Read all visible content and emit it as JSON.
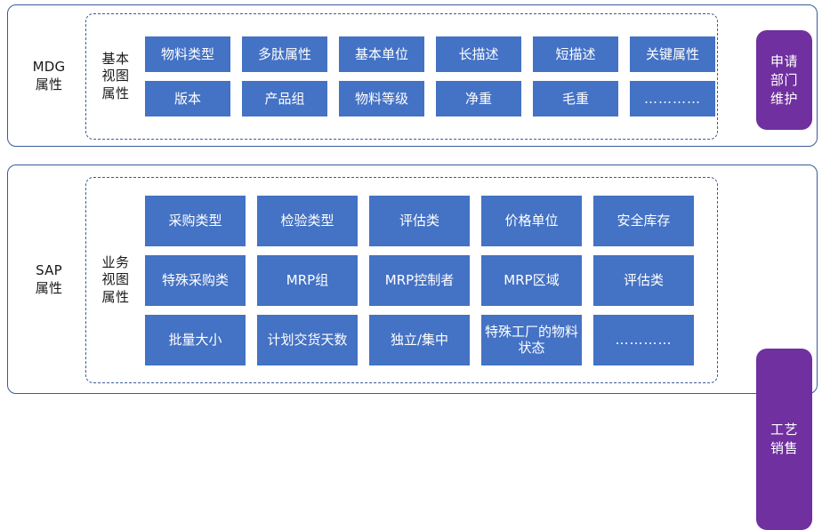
{
  "colors": {
    "chip_blue": "#4472C4",
    "purple": "#7030A0",
    "border_blue": "#3A5A9B",
    "text_dark": "#191919",
    "chip_text": "#FFFFFF"
  },
  "sections": [
    {
      "id": "mdg",
      "outer_label_lines": [
        "MDG",
        "属性"
      ],
      "group_label_lines": [
        "基本",
        "视图",
        "属性"
      ],
      "chip_rows": [
        [
          "物料类型",
          "多肽属性",
          "基本单位",
          "长描述",
          "短描述",
          "关键属性"
        ],
        [
          "版本",
          "产品组",
          "物料等级",
          "净重",
          "毛重",
          "…………"
        ]
      ],
      "side_button_lines": [
        "申请",
        "部门",
        "维护"
      ]
    },
    {
      "id": "sap",
      "outer_label_lines": [
        "SAP",
        "属性"
      ],
      "group_label_lines": [
        "业务",
        "视图",
        "属性"
      ],
      "chip_rows": [
        [
          "采购类型",
          "检验类型",
          "评估类",
          "价格单位",
          "安全库存"
        ],
        [
          "特殊采购类",
          "MRP组",
          "MRP控制者",
          "MRP区域",
          "评估类"
        ],
        [
          "批量大小",
          "计划交货天数",
          "独立/集中",
          "特殊工厂的物料状态",
          "…………"
        ]
      ],
      "side_button_lines": [
        "工艺",
        "销售"
      ]
    }
  ]
}
